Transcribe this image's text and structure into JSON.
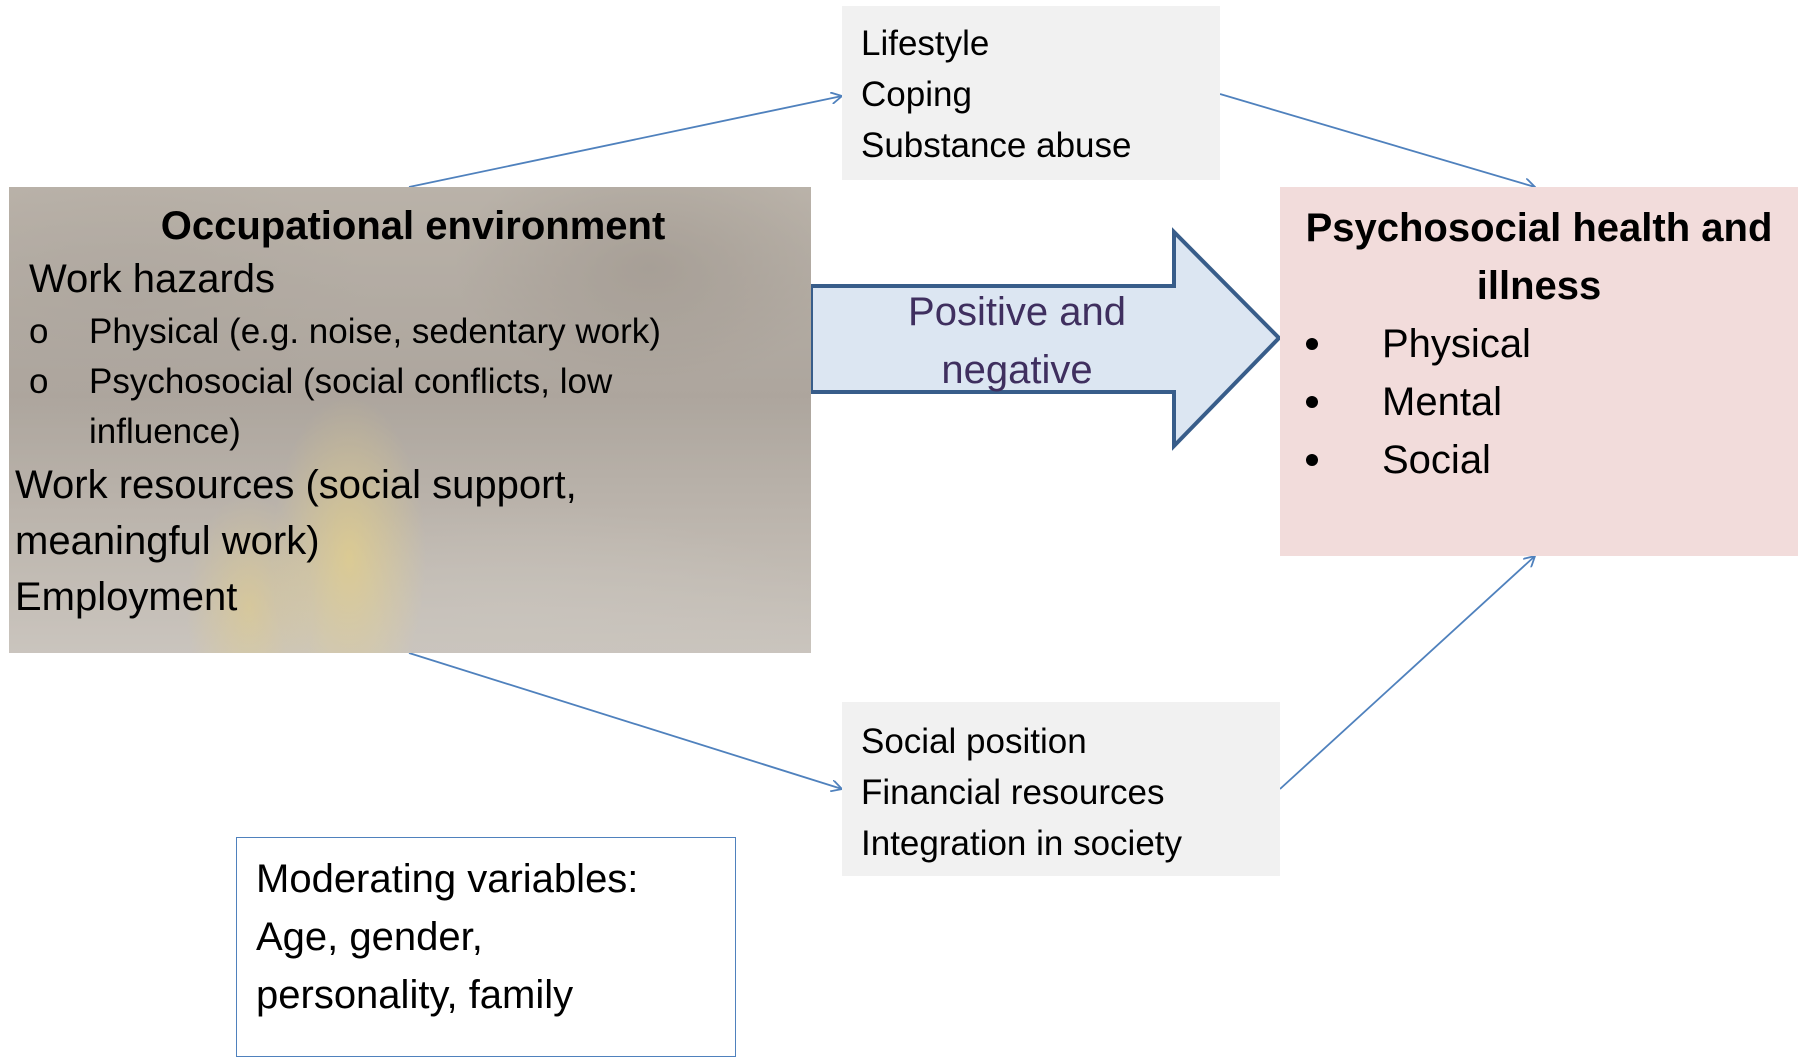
{
  "occupational": {
    "title": "Occupational environment",
    "hazards": "Work hazards",
    "sub_marker": "o",
    "sub_physical": "Physical (e.g. noise, sedentary work)",
    "sub_psychosocial_1": "Psychosocial (social conflicts, low",
    "sub_psychosocial_2": "influence)",
    "resources_1": "Work resources (social support,",
    "resources_2": "meaningful work)",
    "employment": "Employment"
  },
  "lifestyle_box": {
    "line1": "Lifestyle",
    "line2": "Coping",
    "line3": "Substance abuse"
  },
  "arrow": {
    "line1": "Positive and",
    "line2": "negative"
  },
  "health_box": {
    "title_1": "Psychosocial health and",
    "title_2": "illness",
    "items": [
      "Physical",
      "Mental",
      "Social"
    ]
  },
  "social_box": {
    "line1": "Social position",
    "line2": "Financial resources",
    "line3": "Integration in society"
  },
  "moderating_box": {
    "line1": "Moderating variables:",
    "line2": "Age, gender,",
    "line3": "personality, family"
  },
  "colors": {
    "link": "#4f81bd",
    "big_arrow_fill": "#dce6f2",
    "big_arrow_stroke": "#385d8a",
    "health_fill": "#f2dcdb",
    "grey_fill": "#f1f1f1",
    "arrow_text": "#3f2f5f"
  }
}
